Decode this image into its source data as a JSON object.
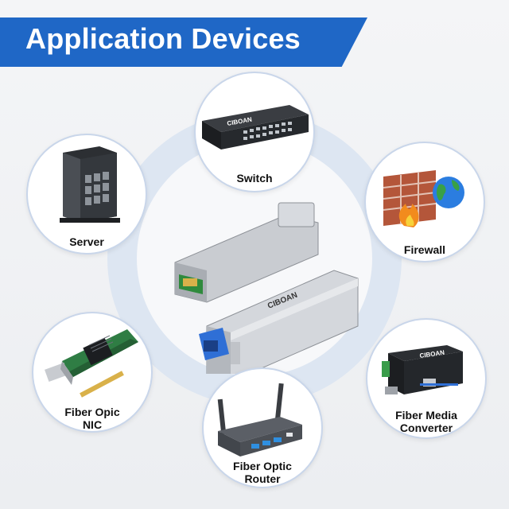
{
  "banner": {
    "title": "Application Devices"
  },
  "brand": "CIBOAN",
  "devices": [
    {
      "label": "Switch"
    },
    {
      "label": "Server"
    },
    {
      "label": "Firewall"
    },
    {
      "label": "Fiber Opic NIC"
    },
    {
      "label": "Fiber Media Converter"
    },
    {
      "label": "Fiber Optic Router"
    }
  ],
  "colors": {
    "accent": "#1f67c6",
    "ring": "#dde6f2",
    "node_border": "#c9d6ea"
  },
  "icons": [
    "network-switch-icon",
    "tower-server-icon",
    "firewall-globe-icon",
    "fiber-nic-card-icon",
    "media-converter-icon",
    "wifi-router-icon",
    "sfp-transceiver-module"
  ]
}
